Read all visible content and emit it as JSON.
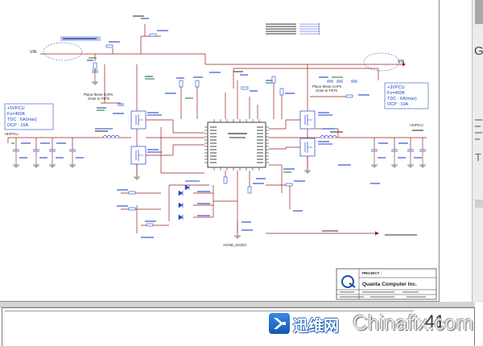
{
  "viewer": {
    "page_number": "41",
    "side_panel": {
      "letter_top": "G",
      "letter_mid": "T"
    }
  },
  "schematic": {
    "net_labels": {
      "vin_left": "VIN",
      "vin_right": "VIN",
      "rail_left": "+5VPCU",
      "rail_right": "+3VPCU",
      "agnd": "AGND_DC/DC"
    },
    "spec_left": [
      "+5VPCU",
      "Fs=400K",
      "TDC : 6A(max)",
      "OCP : 10A"
    ],
    "spec_right": [
      "+3VPCU",
      "Fs=400K",
      "TDC : 6A(max)",
      "OCP : 10A"
    ],
    "note_left": [
      "Place these CAPs",
      "close to FETs"
    ],
    "note_right": [
      "Place these CAPs",
      "close to FETs"
    ],
    "title_block": {
      "project_label": "PROJECT :",
      "company": "Quanta Computer Inc."
    }
  },
  "watermark": {
    "cn": "迅维网",
    "en": "Chinafix.com"
  },
  "icons": {
    "watermark_logo": "chinafix-logo-icon",
    "company_logo": "quanta-logo-icon"
  },
  "colors": {
    "wire": "#9b1c1c",
    "component": "#2244cc",
    "label_green": "#2a8a2a",
    "label_dark": "#333333",
    "highlight": "#b9c9ef",
    "logo_blue": "#1d4fa0"
  }
}
